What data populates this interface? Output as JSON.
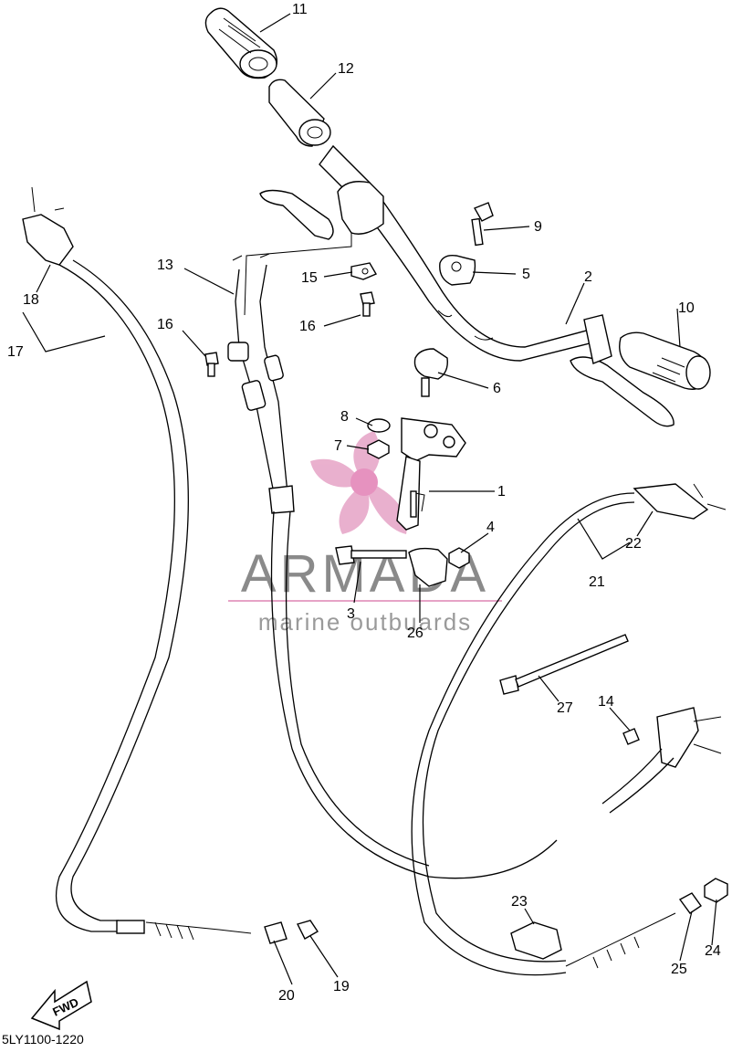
{
  "diagram": {
    "doc_code": "5LY1100-1220",
    "fwd_label": "FWD",
    "watermark": {
      "brand": "ARMADA",
      "tagline": "marine outbuards",
      "brand_color": "#8a8a8a",
      "accent_color": "#e6a3c6"
    },
    "callouts": [
      {
        "id": "c1",
        "text": "1"
      },
      {
        "id": "c2",
        "text": "2"
      },
      {
        "id": "c3",
        "text": "3"
      },
      {
        "id": "c4",
        "text": "4"
      },
      {
        "id": "c5",
        "text": "5"
      },
      {
        "id": "c6",
        "text": "6"
      },
      {
        "id": "c7",
        "text": "7"
      },
      {
        "id": "c8",
        "text": "8"
      },
      {
        "id": "c9",
        "text": "9"
      },
      {
        "id": "c10",
        "text": "10"
      },
      {
        "id": "c11",
        "text": "11"
      },
      {
        "id": "c12",
        "text": "12"
      },
      {
        "id": "c13",
        "text": "13"
      },
      {
        "id": "c14",
        "text": "14"
      },
      {
        "id": "c15",
        "text": "15"
      },
      {
        "id": "c16a",
        "text": "16"
      },
      {
        "id": "c16b",
        "text": "16"
      },
      {
        "id": "c17",
        "text": "17"
      },
      {
        "id": "c18",
        "text": "18"
      },
      {
        "id": "c19",
        "text": "19"
      },
      {
        "id": "c20",
        "text": "20"
      },
      {
        "id": "c21",
        "text": "21"
      },
      {
        "id": "c22",
        "text": "22"
      },
      {
        "id": "c23",
        "text": "23"
      },
      {
        "id": "c24",
        "text": "24"
      },
      {
        "id": "c25",
        "text": "25"
      },
      {
        "id": "c26",
        "text": "26"
      },
      {
        "id": "c27",
        "text": "27"
      }
    ]
  }
}
